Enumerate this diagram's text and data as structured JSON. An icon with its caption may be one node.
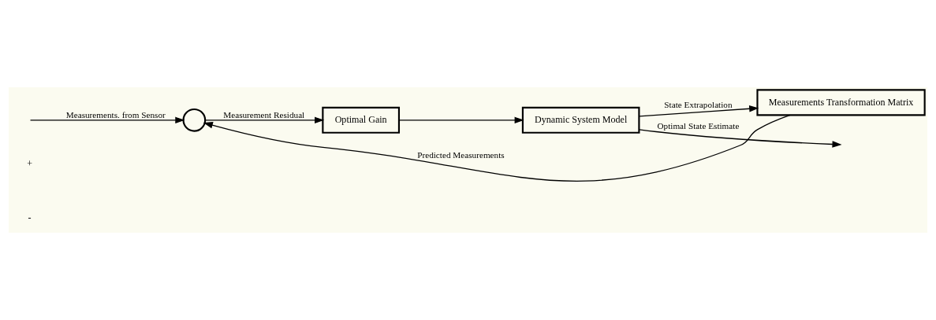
{
  "diagram": {
    "nodes": [
      {
        "text": [],
        "shape": "circle"
      },
      {
        "text": [
          "Optimal Gain"
        ]
      },
      {
        "text": [
          "Dynamic System Model"
        ]
      },
      {
        "text": [
          "Measurements Transformation Matrix"
        ]
      }
    ],
    "edges": [
      {
        "from": null,
        "to": 0,
        "arrow": "to",
        "label": "Measurements. from Sensor"
      },
      {
        "from": 0,
        "to": 1,
        "arrow": "to",
        "label": "Measurement Residual"
      },
      {
        "from": 1,
        "to": 2,
        "arrow": "to"
      },
      {
        "from": 2,
        "to": null,
        "arrow": "to",
        "label": "Optimal State Estimate"
      },
      {
        "from": 2,
        "to": 3,
        "arrow": "to",
        "label": "State Extrapolation"
      },
      {
        "from": 3,
        "to": 0,
        "arrow": "to",
        "label": "Predicted Measurements"
      }
    ],
    "labels": [
      "+",
      "-"
    ]
  }
}
